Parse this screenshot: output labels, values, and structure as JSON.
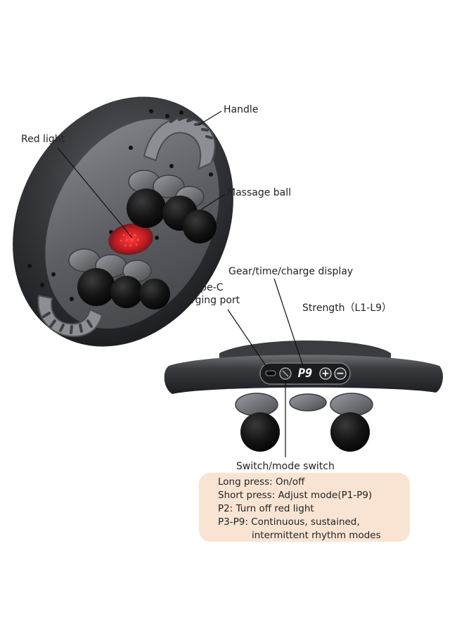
{
  "labels": {
    "handle": "Handle",
    "red_light": "Red light",
    "massage_ball": "Massage ball",
    "gear_display": "Gear/time/charge display",
    "typec_line1": "Type-C",
    "typec_line2": "charging port",
    "strength": "Strength（L1-L9）",
    "switch": "Switch/mode switch"
  },
  "display": {
    "readout": "P9",
    "plus": "+",
    "minus": "−"
  },
  "info": {
    "lines": [
      "Long press: On/off",
      "Short press: Adjust mode(P1-P9)",
      "P2: Turn off red light",
      "P3-P9: Continuous, sustained,",
      "intermittent rhythm modes"
    ]
  },
  "colors": {
    "device_body": "#2e2f33",
    "device_light": "#6b6d72",
    "massage_ball": "#111111",
    "red_light": "#d6202a",
    "info_box": "#f9e4d3",
    "display_text": "#ffffff"
  }
}
